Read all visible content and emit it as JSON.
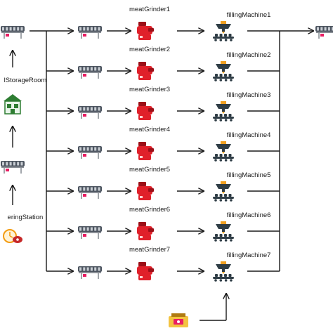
{
  "diagram": {
    "source_nodes": [
      {
        "label": "",
        "icon": "conveyor-queue-icon"
      },
      {
        "label": "lStorageRoom",
        "icon": "cold-storage-building-icon"
      },
      {
        "label": "",
        "icon": "conveyor-queue-icon"
      },
      {
        "label": "eringStation",
        "icon": "meat-delivery-timer-icon"
      }
    ],
    "lanes": [
      {
        "grinder": "meatGrinder1",
        "filler": "fillingMachine1"
      },
      {
        "grinder": "meatGrinder2",
        "filler": "fillingMachine2"
      },
      {
        "grinder": "meatGrinder3",
        "filler": "fillingMachine3"
      },
      {
        "grinder": "meatGrinder4",
        "filler": "fillingMachine4"
      },
      {
        "grinder": "meatGrinder5",
        "filler": "fillingMachine5"
      },
      {
        "grinder": "meatGrinder6",
        "filler": "fillingMachine6"
      },
      {
        "grinder": "meatGrinder7",
        "filler": "fillingMachine7"
      }
    ],
    "bottom_source": {
      "label": "",
      "icon": "casing-supply-icon"
    },
    "sink": {
      "label": "",
      "icon": "conveyor-queue-icon"
    },
    "colors": {
      "line": "#1a1a1a",
      "grinder_red": "#e0202a",
      "grinder_dark": "#9c0f17",
      "conveyor_frame": "#8a8f96",
      "conveyor_belt": "#4d5560",
      "product_pink": "#e91e63",
      "filler_body": "#2f3d46",
      "filler_accent": "#f0a020",
      "building_green": "#2e7d32",
      "timer_orange": "#f39c12"
    }
  }
}
